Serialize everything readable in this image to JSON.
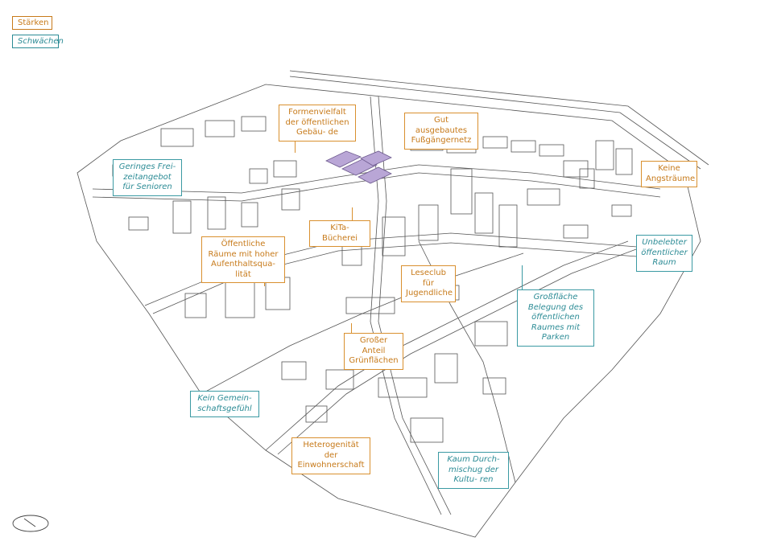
{
  "legend": {
    "strengths": "Stärken",
    "weaknesses": "Schwächen",
    "strength_color": "#d9902f",
    "weakness_color": "#3b9aa3"
  },
  "strengths": [
    "Formenvielfalt der öffentlichen Gebäu- de",
    "Gut ausgebautes Fußgängernetz",
    "Keine Angsträume",
    "KiTa-Bücherei",
    "Öffentliche Räume mit hoher Aufenthaltsqua- lität",
    "Leseclub für Jugendliche",
    "Großer Anteil Grünflächen",
    "Heterogenität der Einwohnerschaft"
  ],
  "weaknesses": [
    "Geringes Frei- zeitangebot für Senioren",
    "Unbelebter öffentlicher Raum",
    "Großfläche Belegung des öffentlichen Raumes mit Parken",
    "Kein Gemein- schaftsgefühl",
    "Kaum Durch- mischug der Kultu- ren"
  ],
  "highlight_color": "#b9a6d6",
  "icons": {
    "north_arrow": "north-arrow-icon"
  }
}
